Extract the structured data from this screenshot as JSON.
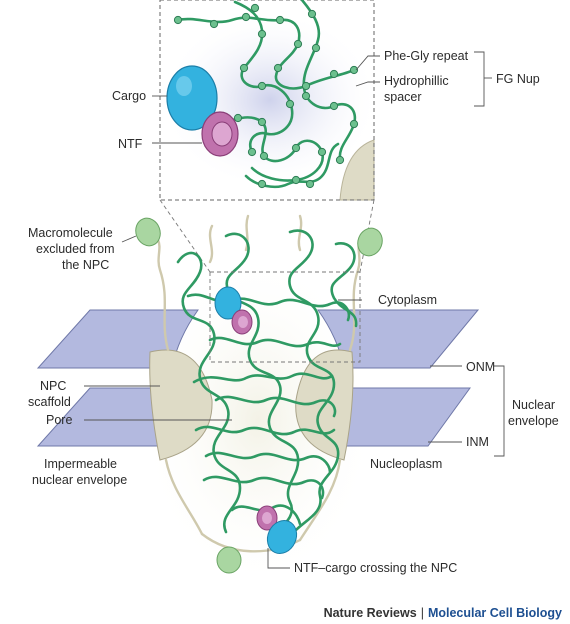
{
  "labels": {
    "phe_gly": "Phe-Gly repeat",
    "hydro_1": "Hydrophillic",
    "hydro_2": "spacer",
    "fg_nup": "FG Nup",
    "cargo": "Cargo",
    "ntf": "NTF",
    "macro_1": "Macromolecule",
    "macro_2": "excluded from",
    "macro_3": "the NPC",
    "cytoplasm": "Cytoplasm",
    "npc_scaffold_1": "NPC",
    "npc_scaffold_2": "scaffold",
    "pore": "Pore",
    "onm": "ONM",
    "inm": "INM",
    "nuclear_env_1": "Nuclear",
    "nuclear_env_2": "envelope",
    "impermeable_1": "Impermeable",
    "impermeable_2": "nuclear envelope",
    "nucleoplasm": "Nucleoplasm",
    "crossing": "NTF–cargo crossing the NPC"
  },
  "footer": {
    "journal": "Nature Reviews",
    "separator": "|",
    "subjournal": "Molecular Cell Biology"
  },
  "colors": {
    "membrane": "#b3b9df",
    "membrane_edge": "#6f78a8",
    "scaffold": "#dedbc6",
    "strand": "#2f9a63",
    "cargo": "#33b2df",
    "ntf": "#c072ad",
    "excluded": "#a9d6a1"
  },
  "icons": {
    "cargo": "blue-ellipse",
    "ntf": "pink-ellipse",
    "macromolecule": "green-ellipse"
  }
}
